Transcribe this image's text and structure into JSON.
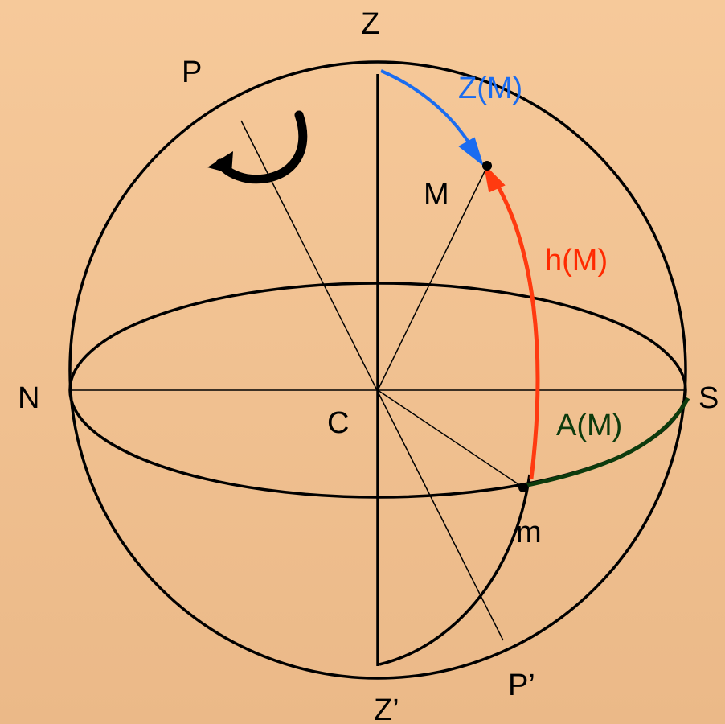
{
  "diagram": {
    "labels": {
      "zenith": "Z",
      "nadir": "Z’",
      "pole": "P",
      "anti_pole": "P’",
      "north": "N",
      "south": "S",
      "center": "C",
      "star": "M",
      "projection": "m",
      "zenith_distance": "Z(M)",
      "altitude": "h(M)",
      "azimuth": "A(M)"
    },
    "colors": {
      "background": "#f2c394",
      "lines": "#000000",
      "zenith_distance_arc": "#1a6cf0",
      "altitude_arc": "#ff3a10",
      "azimuth_arc": "#0d3b0d"
    },
    "icons": {
      "rotation": "rotation-arrow-icon"
    }
  }
}
